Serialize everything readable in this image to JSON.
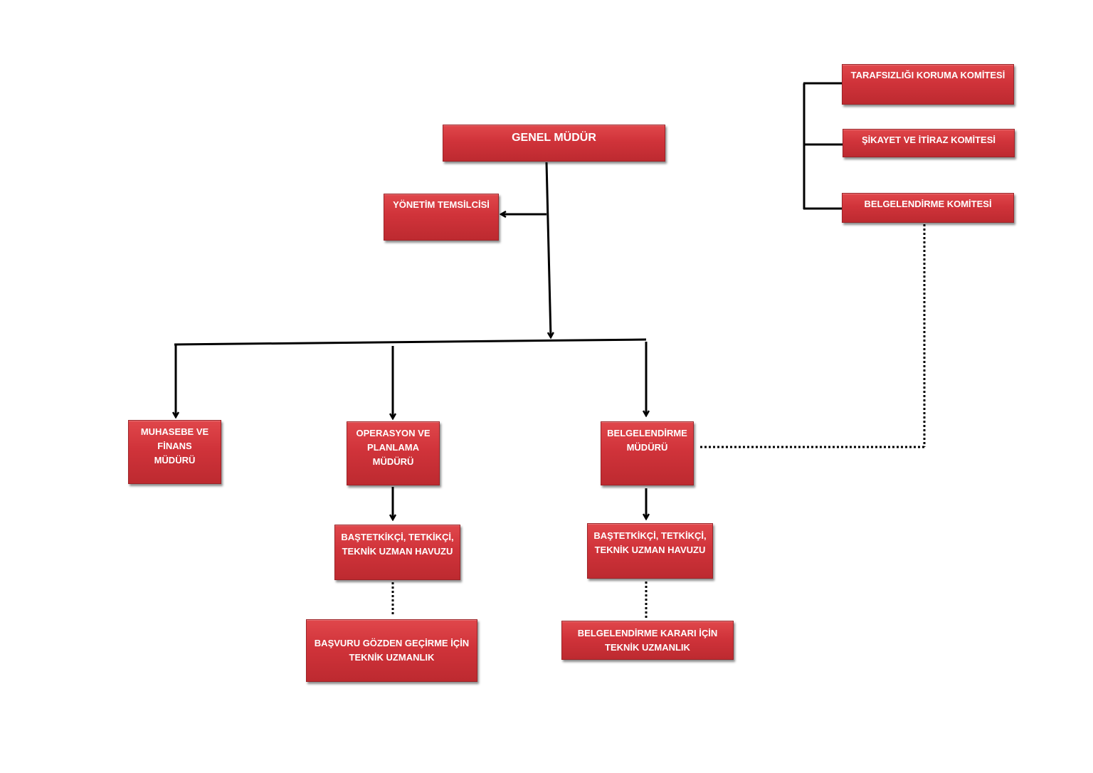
{
  "boxes": {
    "genel_mudur": "GENEL MÜDÜR",
    "yonetim_temsilcisi": "YÖNETİM TEMSİLCİSİ",
    "tarafsizlik": "TARAFSIZLIĞI KORUMA KOMİTESİ",
    "sikayet": "ŞİKAYET VE İTİRAZ KOMİTESİ",
    "belgelendirme_komitesi": "BELGELENDİRME KOMİTESİ",
    "muhasebe": "MUHASEBE VE\nFİNANS\nMÜDÜRÜ",
    "operasyon": "OPERASYON VE\nPLANLAMA\nMÜDÜRÜ",
    "belgelendirme_muduru": "BELGELENDİRME\nMÜDÜRÜ",
    "havuz_operasyon": "BAŞTETKİKÇİ, TETKİKÇİ,\nTEKNİK UZMAN HAVUZU",
    "havuz_belgelendirme": "BAŞTETKİKÇİ, TETKİKÇİ,\nTEKNİK UZMAN HAVUZU",
    "basvuru": "BAŞVURU GÖZDEN GEÇİRME İÇİN\nTEKNİK UZMANLIK",
    "karar": "BELGELENDİRME KARARI İÇİN\nTEKNİK UZMANLIK"
  },
  "colors": {
    "box_fill": "#d0333a",
    "text": "#ffffff",
    "line": "#000000"
  }
}
